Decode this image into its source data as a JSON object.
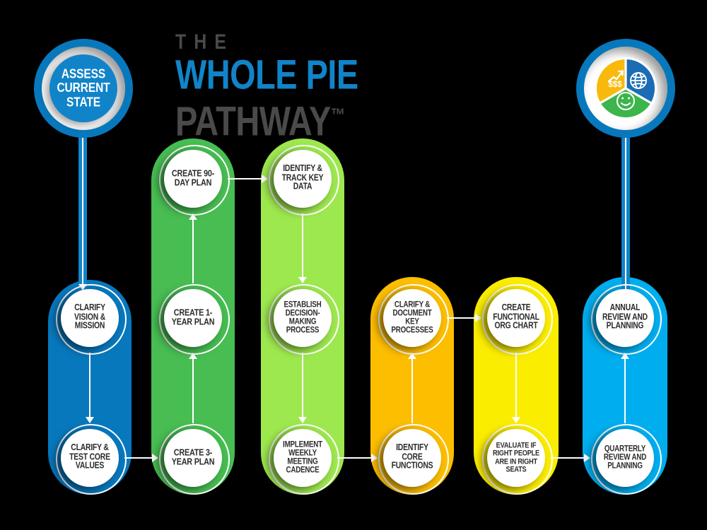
{
  "title": {
    "line1": "THE",
    "line2": "WHOLE PIE",
    "line3": "PATHWAY",
    "trademark": "™",
    "accent_color": "#1184c9",
    "dark_color": "#4a4a4a"
  },
  "start_node": {
    "label": "ASSESS CURRENT STATE",
    "color": "#1184c9",
    "ring_color": "#0878bd"
  },
  "end_node": {
    "label": "whole-pie-result",
    "color": "#0878bd",
    "slices": [
      {
        "name": "financial",
        "icon": "dollar-growth-icon",
        "color": "#3cb54a",
        "glyph": "$$$"
      },
      {
        "name": "global",
        "icon": "globe-icon",
        "color": "#1b6cb5",
        "glyph": "⊕"
      },
      {
        "name": "satisfaction",
        "icon": "smiley-icon",
        "color": "#f9b90c",
        "glyph": "☺"
      }
    ]
  },
  "columns": [
    {
      "id": "vision",
      "color": "#0878bd",
      "nodes": [
        {
          "label": "CLARIFY VISION & MISSION",
          "row": "mid"
        },
        {
          "label": "CLARIFY & TEST CORE VALUES",
          "row": "bottom"
        }
      ],
      "flow": "down"
    },
    {
      "id": "planning",
      "color": "#47bd52",
      "nodes": [
        {
          "label": "CREATE 90-DAY PLAN",
          "row": "top"
        },
        {
          "label": "CREATE 1-YEAR PLAN",
          "row": "mid"
        },
        {
          "label": "CREATE 3-YEAR PLAN",
          "row": "bottom"
        }
      ],
      "flow": "up"
    },
    {
      "id": "data-cadence",
      "color": "#9ee84f",
      "nodes": [
        {
          "label": "IDENTIFY & TRACK KEY DATA",
          "row": "top"
        },
        {
          "label": "ESTABLISH DECISION-MAKING PROCESS",
          "row": "mid"
        },
        {
          "label": "IMPLEMENT WEEKLY MEETING CADENCE",
          "row": "bottom"
        }
      ],
      "flow": "down"
    },
    {
      "id": "process",
      "color": "#fdbe00",
      "nodes": [
        {
          "label": "CLARIFY & DOCUMENT KEY PROCESSES",
          "row": "mid"
        },
        {
          "label": "IDENTIFY CORE FUNCTIONS",
          "row": "bottom"
        }
      ],
      "flow": "up"
    },
    {
      "id": "people",
      "color": "#fbed00",
      "nodes": [
        {
          "label": "CREATE FUNCTIONAL ORG CHART",
          "row": "mid"
        },
        {
          "label": "EVALUATE IF RIGHT PEOPLE ARE IN RIGHT SEATS",
          "row": "bottom"
        }
      ],
      "flow": "down"
    },
    {
      "id": "review",
      "color": "#00aeef",
      "nodes": [
        {
          "label": "ANNUAL REVIEW AND PLANNING",
          "row": "mid"
        },
        {
          "label": "QUARTERLY REVIEW AND PLANNING",
          "row": "bottom"
        }
      ],
      "flow": "up"
    }
  ]
}
